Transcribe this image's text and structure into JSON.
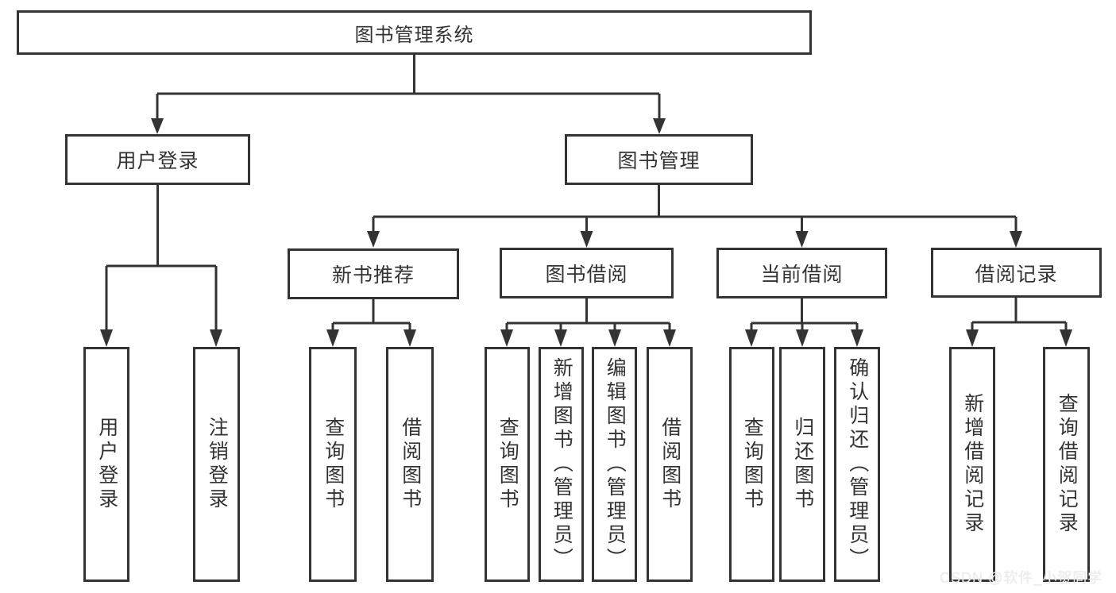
{
  "diagram": {
    "type": "hierarchy-tree",
    "title": "图书管理系统",
    "colors": {
      "background": "#ffffff",
      "line": "#333333",
      "text": "#333333",
      "watermark_text": "#ededed"
    },
    "structure": {
      "图书管理系统": {
        "用户登录": [
          "用户登录",
          "注销登录"
        ],
        "图书管理": {
          "新书推荐": [
            "查询图书",
            "借阅图书"
          ],
          "图书借阅": [
            "查询图书",
            "新增图书（管理员）",
            "编辑图书（管理员）",
            "借阅图书"
          ],
          "当前借阅": [
            "查询图书",
            "归还图书",
            "确认归还（管理员）"
          ],
          "借阅记录": [
            "新增借阅记录",
            "查询借阅记录"
          ]
        }
      }
    },
    "nodes": {
      "root": {
        "label": "图书管理系统"
      },
      "user_login": {
        "label": "用户登录"
      },
      "book_mgmt": {
        "label": "图书管理"
      },
      "leaf_login": {
        "label": "用户登录"
      },
      "leaf_logout": {
        "label": "注销登录"
      },
      "new_book_rec": {
        "label": "新书推荐"
      },
      "book_borrow": {
        "label": "图书借阅"
      },
      "current_borrow": {
        "label": "当前借阅"
      },
      "borrow_records": {
        "label": "借阅记录"
      },
      "nbr_query": {
        "label": "查询图书"
      },
      "nbr_borrow": {
        "label": "借阅图书"
      },
      "bb_query": {
        "label": "查询图书"
      },
      "bb_add": {
        "label": "新增图书（管理员）"
      },
      "bb_edit": {
        "label": "编辑图书（管理员）"
      },
      "bb_borrow": {
        "label": "借阅图书"
      },
      "cb_query": {
        "label": "查询图书"
      },
      "cb_return": {
        "label": "归还图书"
      },
      "cb_confirm": {
        "label": "确认归还（管理员）"
      },
      "br_add": {
        "label": "新增借阅记录"
      },
      "br_query": {
        "label": "查询借阅记录"
      }
    },
    "watermark": "CSDN @软件_小贺同学"
  }
}
